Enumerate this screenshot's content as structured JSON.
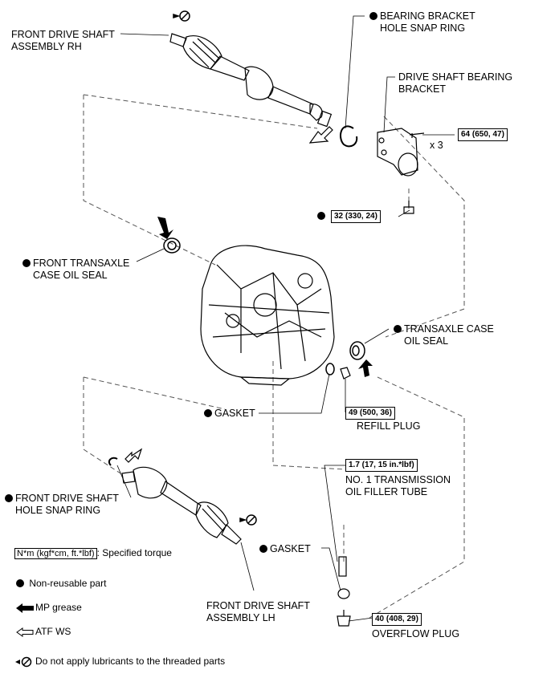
{
  "labels": {
    "rh_shaft": [
      "FRONT DRIVE SHAFT",
      "ASSEMBLY RH"
    ],
    "bearing_snap": [
      "BEARING BRACKET",
      "HOLE SNAP RING"
    ],
    "bearing_bracket": [
      "DRIVE SHAFT BEARING",
      "BRACKET"
    ],
    "front_oil_seal": [
      "FRONT TRANSAXLE",
      "CASE OIL SEAL"
    ],
    "case_oil_seal": [
      "TRANSAXLE CASE",
      "OIL SEAL"
    ],
    "gasket_top": "GASKET",
    "refill_plug": "REFILL PLUG",
    "filler_tube": [
      "NO. 1 TRANSMISSION",
      "OIL FILLER TUBE"
    ],
    "lh_snap": [
      "FRONT DRIVE SHAFT",
      "HOLE SNAP RING"
    ],
    "gasket_bottom": "GASKET",
    "lh_shaft": [
      "FRONT DRIVE SHAFT",
      "ASSEMBLY LH"
    ],
    "overflow_plug": "OVERFLOW PLUG",
    "times3": "x 3"
  },
  "torques": {
    "bracket_bolt": "64 (650, 47)",
    "bracket_lower": "32 (330, 24)",
    "refill": "49 (500, 36)",
    "filler": "1.7 (17, 15 in.*lbf)",
    "overflow": "40 (408, 29)"
  },
  "legend": {
    "torque_box": "N*m (kgf*cm, ft.*lbf)",
    "torque_text": ": Specified torque",
    "nonreusable": "Non-reusable part",
    "mp_grease": "MP grease",
    "atf": "ATF WS",
    "no_lube": "Do not apply lubricants to the threaded parts"
  }
}
